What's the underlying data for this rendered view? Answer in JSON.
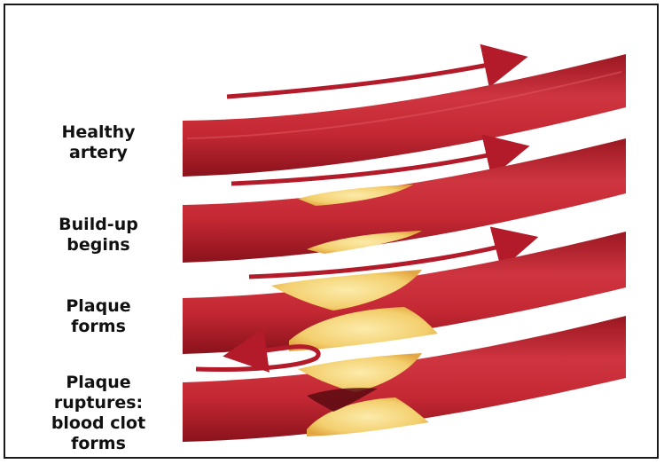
{
  "stages": [
    {
      "label": "Healthy\nartery",
      "plaque": "none"
    },
    {
      "label": "Build-up\nbegins",
      "plaque": "small"
    },
    {
      "label": "Plaque\nforms",
      "plaque": "large"
    },
    {
      "label": "Plaque\nruptures:\nblood clot\nforms",
      "plaque": "ruptured"
    }
  ],
  "colors": {
    "artery_dark": "#8f1420",
    "artery_mid": "#c62a35",
    "artery_light": "#e0505a",
    "plaque_outer": "#e8b04a",
    "plaque_inner": "#fbe79a",
    "flow_arrow": "#b31b2a",
    "clot": "#5a0a12"
  },
  "icons": [
    "flow-arrow-icon",
    "reverse-flow-arrow-icon"
  ]
}
